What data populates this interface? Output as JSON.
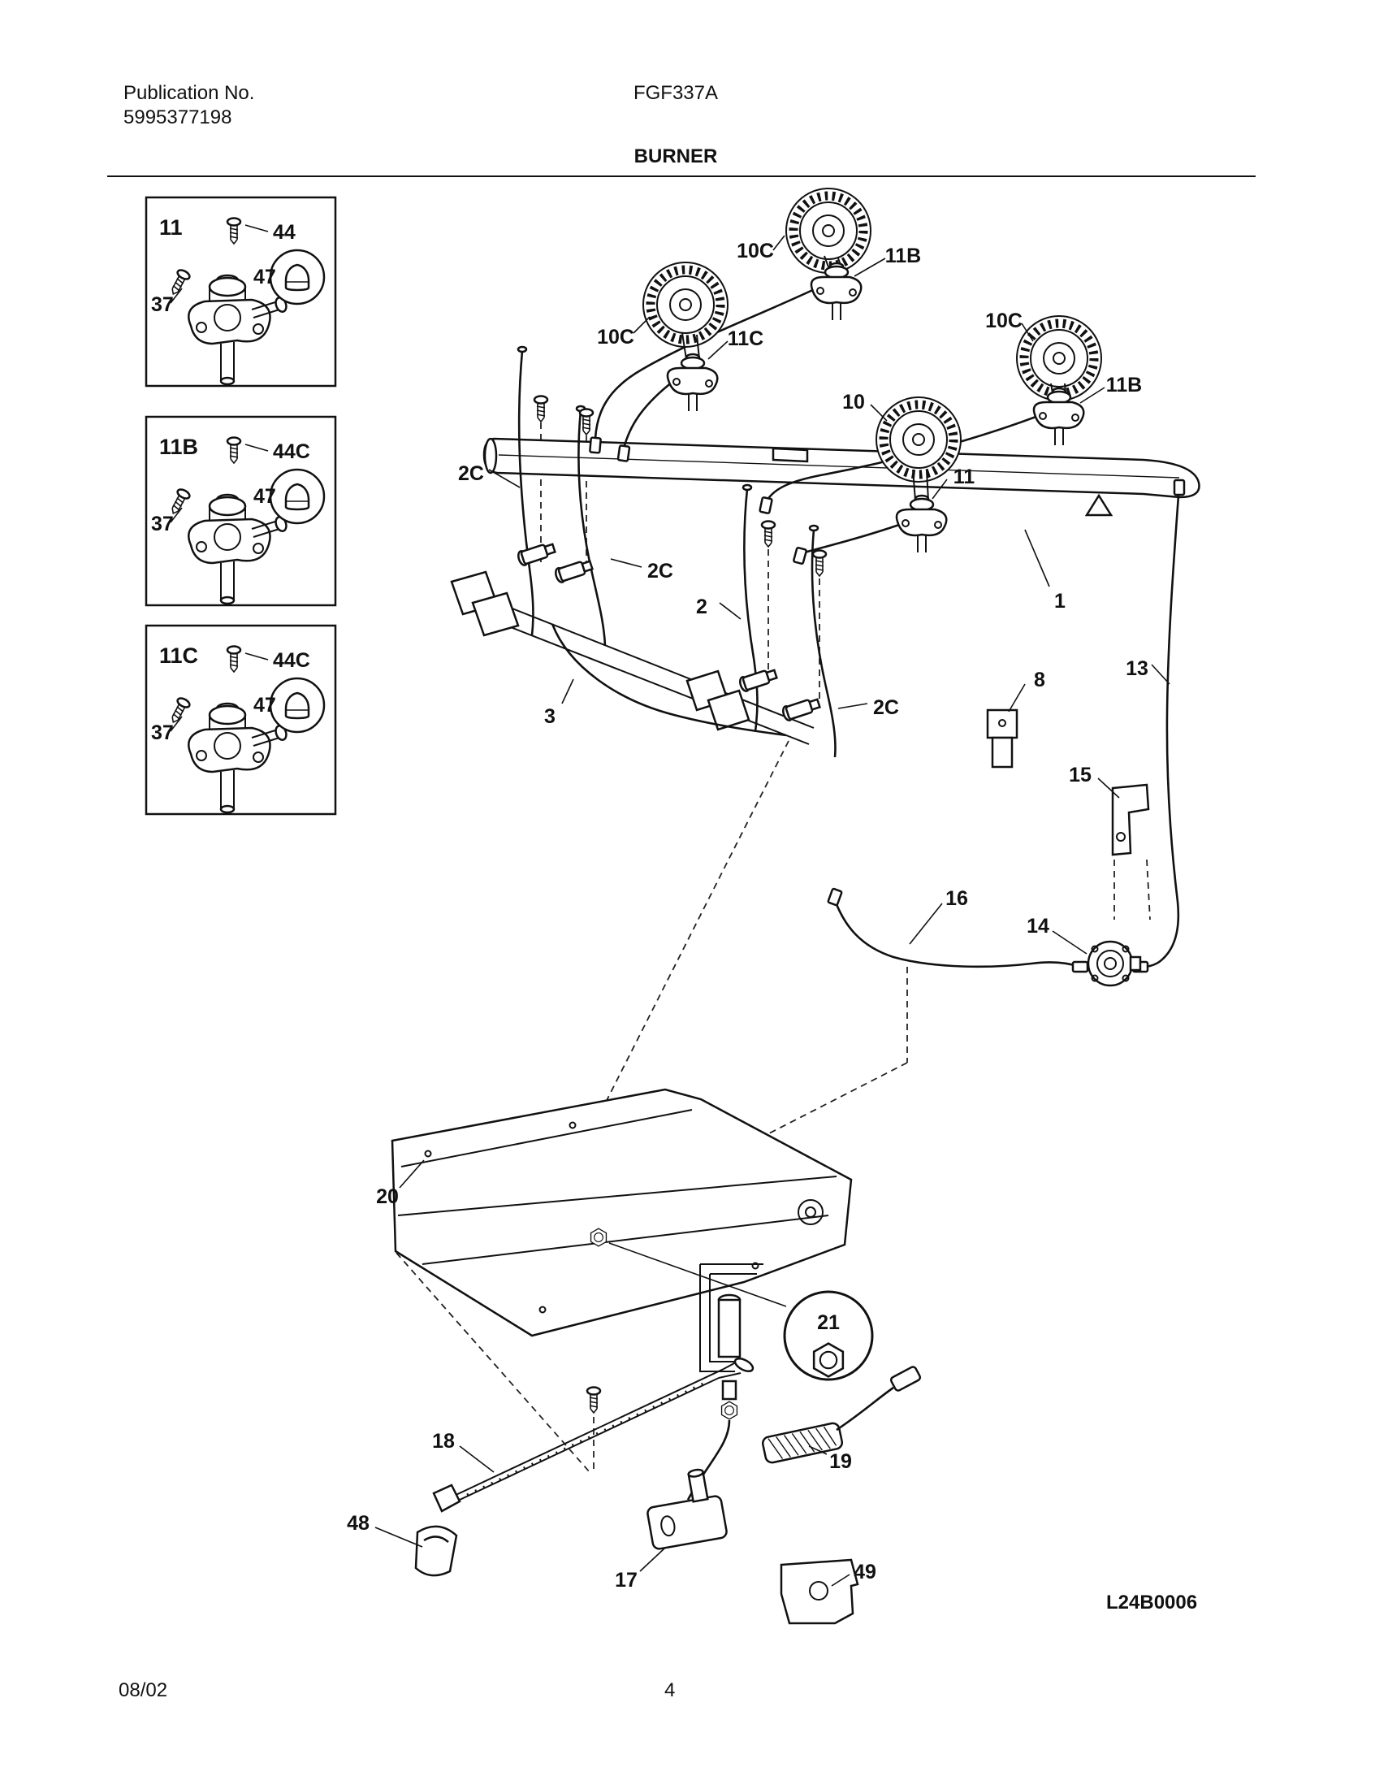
{
  "header": {
    "publication_label": "Publication No.",
    "publication_number": "5995377198",
    "model": "FGF337A",
    "section_title": "BURNER"
  },
  "footer": {
    "date": "08/02",
    "page": "4",
    "diagram_code": "L24B0006"
  },
  "insets": [
    {
      "part": "11",
      "screw": "44",
      "side_screw": "37",
      "orifice": "47"
    },
    {
      "part": "11B",
      "screw": "44C",
      "side_screw": "37",
      "orifice": "47"
    },
    {
      "part": "11C",
      "screw": "44C",
      "side_screw": "37",
      "orifice": "47"
    }
  ],
  "callouts": {
    "c10c_top": "10C",
    "c11b_top": "11B",
    "c10c_left": "10C",
    "c11c_mid": "11C",
    "c10c_right": "10C",
    "c11b_right": "11B",
    "c10_front": "10",
    "c11_front": "11",
    "c2c_left": "2C",
    "c2c_mid": "2C",
    "c2c_bottom": "2C",
    "c2_tube": "2",
    "c1_manifold": "1",
    "c3_tube": "3",
    "c8_bracket": "8",
    "c13_tube": "13",
    "c15_bracket": "15",
    "c16_tube": "16",
    "c14_regulator": "14",
    "c20_shield": "20",
    "c21_nut": "21",
    "c18_tube": "18",
    "c19_igniter": "19",
    "c48_clip": "48",
    "c17_pilot": "17",
    "c49_bracket": "49"
  }
}
